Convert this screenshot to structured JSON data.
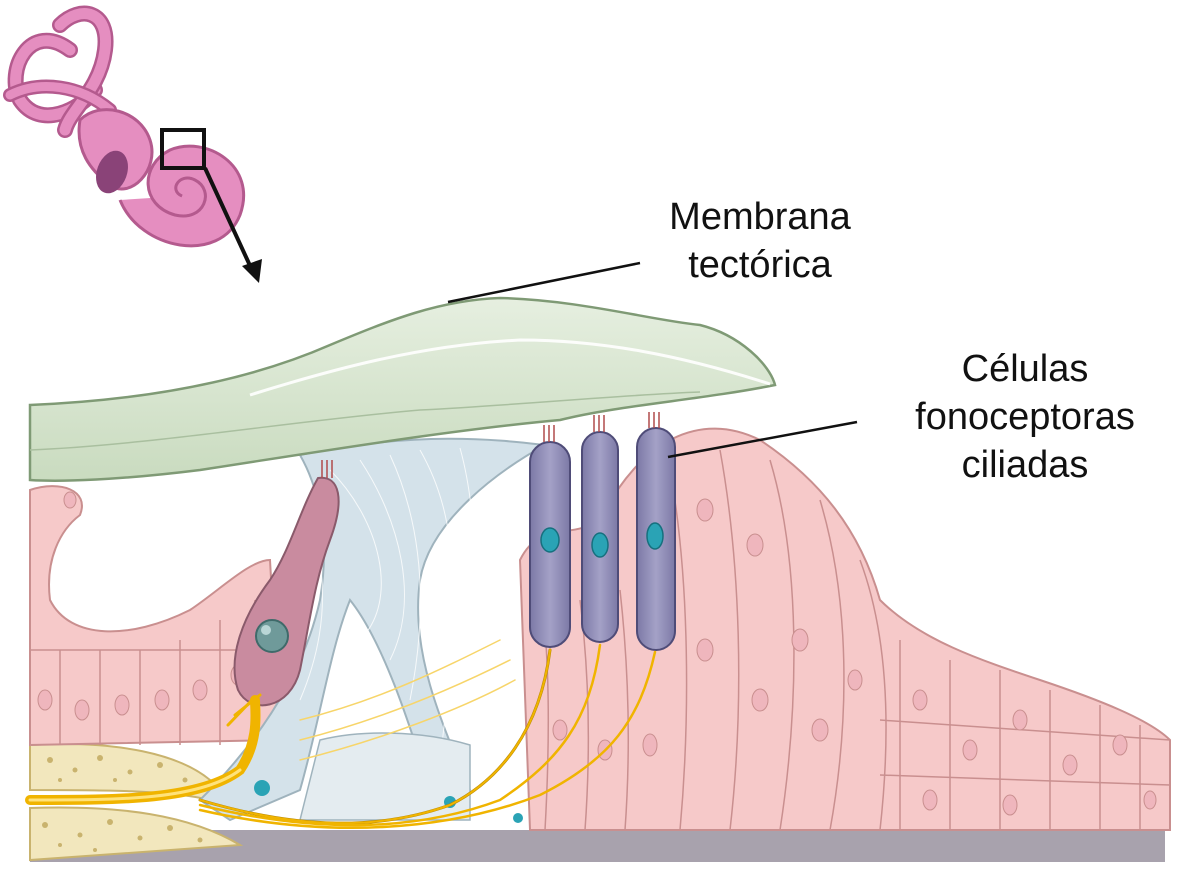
{
  "labels": {
    "tectorial_membrane": [
      "Membrana",
      "tectórica"
    ],
    "hair_cells": [
      "Células",
      "fonoceptoras",
      "ciliadas"
    ]
  },
  "colors": {
    "tectorial_fill": "#d9e6d2",
    "tectorial_highlight": "#eef5ea",
    "tectorial_edge": "#7f9a75",
    "epithelium_fill": "#f6c9c9",
    "epithelium_edge": "#c98f8f",
    "nucleus": "#efb6bd",
    "inner_hair_cell": "#c98b9f",
    "outer_hair_cell": "#8f8cb4",
    "hair_cell_nucleus": "#2aa3b5",
    "pillar_fill": "#d4e2ea",
    "nerve_fiber": "#f0b400",
    "bone_fill": "#f2e7bd",
    "bone_spot": "#c9b36e",
    "basilar_membrane": "#a8a2ad",
    "inner_ear": "#e58ec0",
    "inner_ear_dark": "#b45a8e",
    "pointer": "#111111"
  },
  "icons": {
    "inner_ear": "cochlea-inner-ear-icon",
    "zoom_box": "magnification-box",
    "arrow": "arrow-down-right-icon"
  }
}
